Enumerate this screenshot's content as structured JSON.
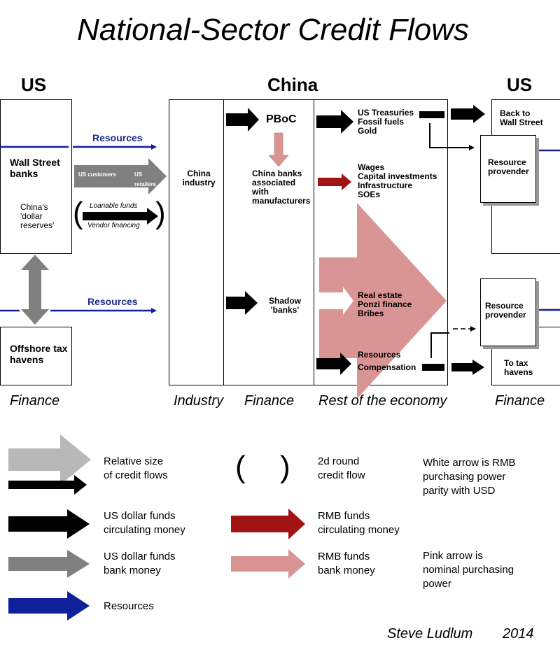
{
  "title": "National-Sector Credit Flows",
  "regions": {
    "us_left": "US",
    "china": "China",
    "us_right": "US"
  },
  "boxes": {
    "wall_street": "Wall Street banks",
    "dollar_reserves": "China's 'dollar reserves'",
    "offshore": "Offshore tax havens",
    "china_industry": "China industry",
    "pboc": "PBoC",
    "china_banks": "China banks associated with manufacturers",
    "shadow_banks": "Shadow 'banks'",
    "back_to_wall_street": "Back to Wall Street",
    "resource_provender_1": "Resource provender",
    "resource_provender_2": "Resource provender",
    "to_tax_havens": "To tax havens"
  },
  "flows": {
    "resources_top": "Resources",
    "resources_bottom": "Resources",
    "us_customers": "US customers",
    "us_retailers": "US retailers",
    "loanable_funds": "Loanable funds",
    "vendor_financing": "Vendor financing"
  },
  "economy": {
    "group1": [
      "US Treasuries",
      "Fossil fuels",
      "Gold"
    ],
    "group2": [
      "Wages",
      "Capital investments",
      "Infrastructure",
      "SOEs"
    ],
    "group3": [
      "Real estate",
      "Ponzi finance",
      "Bribes"
    ],
    "resources": "Resources",
    "compensation": "Compensation"
  },
  "axis_labels": [
    "Finance",
    "Industry",
    "Finance",
    "Rest of the economy",
    "Finance"
  ],
  "legend": {
    "relative_size": "Relative size\nof credit flows",
    "second_round": "2d round\ncredit flow",
    "white_arrow_note": "White arrow is RMB\npurchasing power\nparity with USD",
    "usd_circulating": "US dollar funds\ncirculating money",
    "rmb_circulating": "RMB funds\ncirculating money",
    "usd_bank": "US dollar funds\nbank money",
    "rmb_bank": "RMB funds\nbank money",
    "pink_arrow_note": "Pink arrow is\nnominal purchasing\npower",
    "resources": "Resources"
  },
  "colors": {
    "black": "#000000",
    "gray": "#808080",
    "light_gray": "#b8b8b8",
    "blue": "#10209a",
    "dark_red": "#a01414",
    "pink": "#d99494"
  },
  "credit": {
    "author": "Steve Ludlum",
    "year": "2014"
  }
}
